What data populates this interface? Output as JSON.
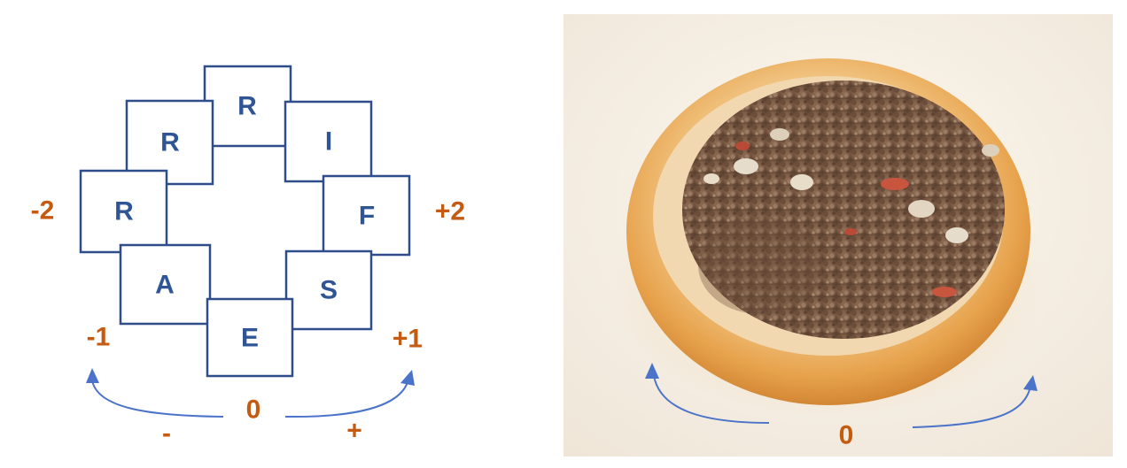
{
  "diagram": {
    "letters": {
      "top": "R",
      "upper_left": "R",
      "upper_right": "I",
      "left": "R",
      "right": "F",
      "lower_left": "A",
      "lower_right": "S",
      "bottom": "E"
    },
    "labels": {
      "minus_two": "-2",
      "plus_two": "+2",
      "minus_one": "-1",
      "plus_one": "+1",
      "zero": "0",
      "minus_sign": "-",
      "plus_sign": "+"
    }
  },
  "photo": {
    "labels": {
      "zero": "0"
    }
  },
  "colors": {
    "box_stroke": "#2f4d8a",
    "letter": "#2f5597",
    "number": "#c55a11",
    "arrow": "#4a73c9"
  }
}
